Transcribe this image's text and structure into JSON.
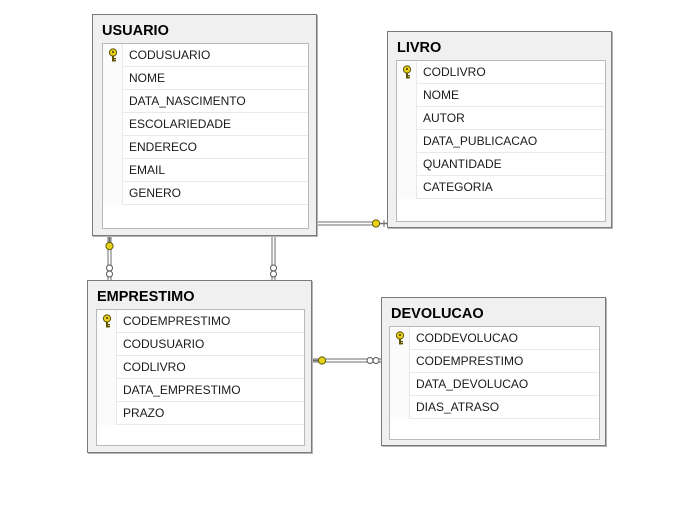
{
  "tables": {
    "usuario": {
      "title": "USUARIO",
      "columns": [
        "CODUSUARIO",
        "NOME",
        "DATA_NASCIMENTO",
        "ESCOLARIEDADE",
        "ENDERECO",
        "EMAIL",
        "GENERO"
      ]
    },
    "livro": {
      "title": "LIVRO",
      "columns": [
        "CODLIVRO",
        "NOME",
        "AUTOR",
        "DATA_PUBLICACAO",
        "QUANTIDADE",
        "CATEGORIA"
      ]
    },
    "emprestimo": {
      "title": "EMPRESTIMO",
      "columns": [
        "CODEMPRESTIMO",
        "CODUSUARIO",
        "CODLIVRO",
        "DATA_EMPRESTIMO",
        "PRAZO"
      ]
    },
    "devolucao": {
      "title": "DEVOLUCAO",
      "columns": [
        "CODDEVOLUCAO",
        "CODEMPRESTIMO",
        "DATA_DEVOLUCAO",
        "DIAS_ATRASO"
      ]
    }
  },
  "colors": {
    "key_icon": "#e8d21c",
    "relationship_line": "#6e6e6e"
  },
  "icons": {
    "primary_key": "key-icon"
  }
}
